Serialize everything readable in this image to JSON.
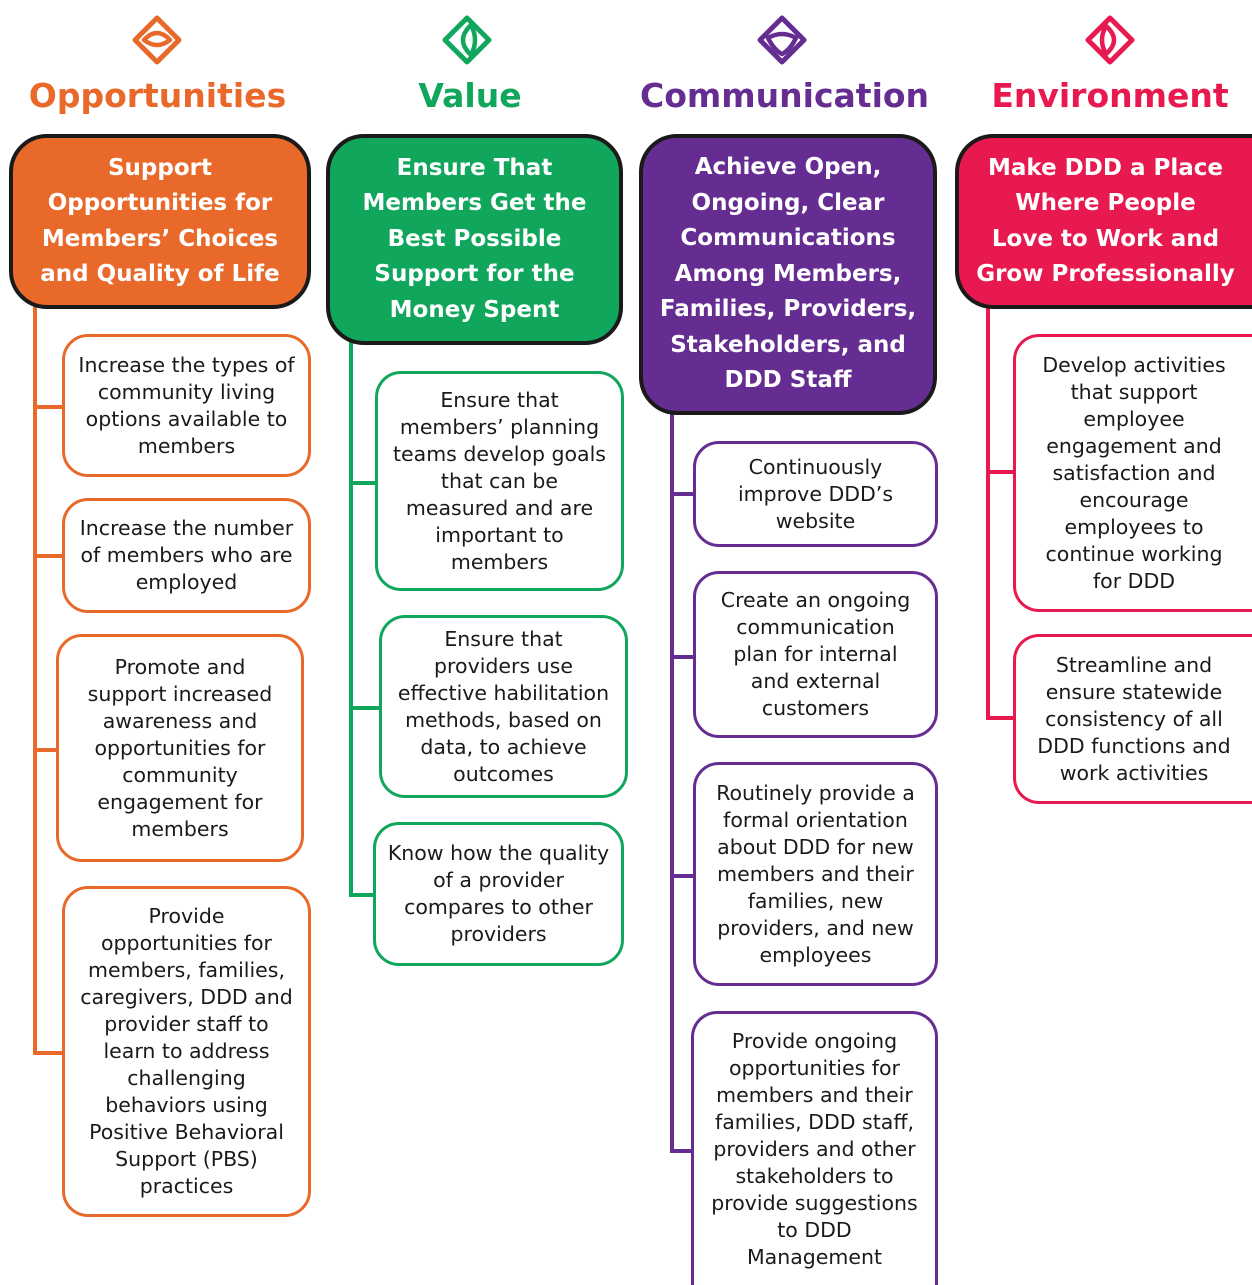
{
  "colors": {
    "orange": "#E8692A",
    "green": "#10A65C",
    "purple": "#652D91",
    "red": "#E8194F",
    "outline": "#1A1A1A"
  },
  "columns": [
    {
      "title": "Opportunities",
      "icon": "opportunities-diamond-icon",
      "heading": "Support\nOpportunities for\nMembers’ Choices\nand Quality of Life",
      "items": [
        "Increase the types of\ncommunity living\noptions available to\nmembers",
        "Increase the number\nof members who are\nemployed",
        "Promote and\nsupport increased\nawareness and\nopportunities for\ncommunity\nengagement for\nmembers",
        "Provide\nopportunities for\nmembers, families,\ncaregivers, DDD and\nprovider staff to\nlearn to address\nchallenging\nbehaviors using\nPositive Behavioral\nSupport (PBS)\npractices"
      ]
    },
    {
      "title": "Value",
      "icon": "value-diamond-icon",
      "heading": "Ensure That\nMembers Get the\nBest Possible\nSupport for the\nMoney Spent",
      "items": [
        "Ensure that\nmembers’ planning\nteams develop goals\nthat can be\nmeasured and are\nimportant to\nmembers",
        "Ensure that\nproviders use\neffective habilitation\nmethods, based on\ndata, to achieve\noutcomes",
        "Know how the quality\nof a provider\ncompares to other\nproviders"
      ]
    },
    {
      "title": "Communication",
      "icon": "communication-diamond-icon",
      "heading": "Achieve Open,\nOngoing, Clear\nCommunications\nAmong Members,\nFamilies, Providers,\nStakeholders, and\nDDD Staff",
      "items": [
        "Continuously\nimprove DDD’s\nwebsite",
        "Create an ongoing\ncommunication\nplan for internal\nand external\ncustomers",
        "Routinely provide a\nformal orientation\nabout DDD for new\nmembers and their\nfamilies, new\nproviders, and new\nemployees",
        "Provide ongoing\nopportunities for\nmembers and their\nfamilies, DDD staff,\nproviders and other\nstakeholders to\nprovide suggestions\nto DDD\nManagement"
      ]
    },
    {
      "title": "Environment",
      "icon": "environment-diamond-icon",
      "heading": "Make DDD a Place\nWhere People\nLove to Work and\nGrow Professionally",
      "items": [
        "Develop activities\nthat support\nemployee\nengagement and\nsatisfaction and\nencourage\nemployees to\ncontinue working\nfor DDD",
        "Streamline and\nensure statewide\nconsistency of all\nDDD functions and\nwork activities"
      ]
    }
  ]
}
